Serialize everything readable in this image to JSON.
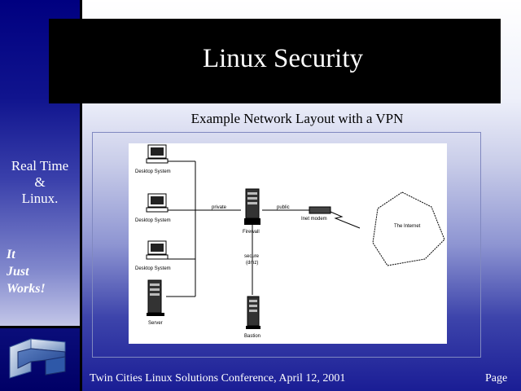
{
  "slide": {
    "title": "Linux Security",
    "subtitle": "Example Network Layout with a VPN",
    "footer": "Twin Cities Linux Solutions Conference, April 12, 2001",
    "page_label": "Page"
  },
  "sidebar": {
    "real_time_lines": [
      "Real Time",
      "&",
      "Linux."
    ],
    "slogan_lines": [
      "It",
      "Just",
      "Works!"
    ],
    "logo_icon": "company-logo-icon"
  },
  "diagram": {
    "desktop_labels": [
      "Desktop System",
      "Desktop System",
      "Desktop System"
    ],
    "server_label": "Server",
    "firewall_label": "Firewall",
    "bastion_label": "Bastion",
    "modem_label": "Inet modem",
    "internet_label": "The Internet",
    "private_label": "private",
    "public_label": "public",
    "dmz_lines": [
      "secure",
      "(dmz)"
    ],
    "colors": {
      "line": "#000000",
      "paper": "#ffffff"
    }
  }
}
